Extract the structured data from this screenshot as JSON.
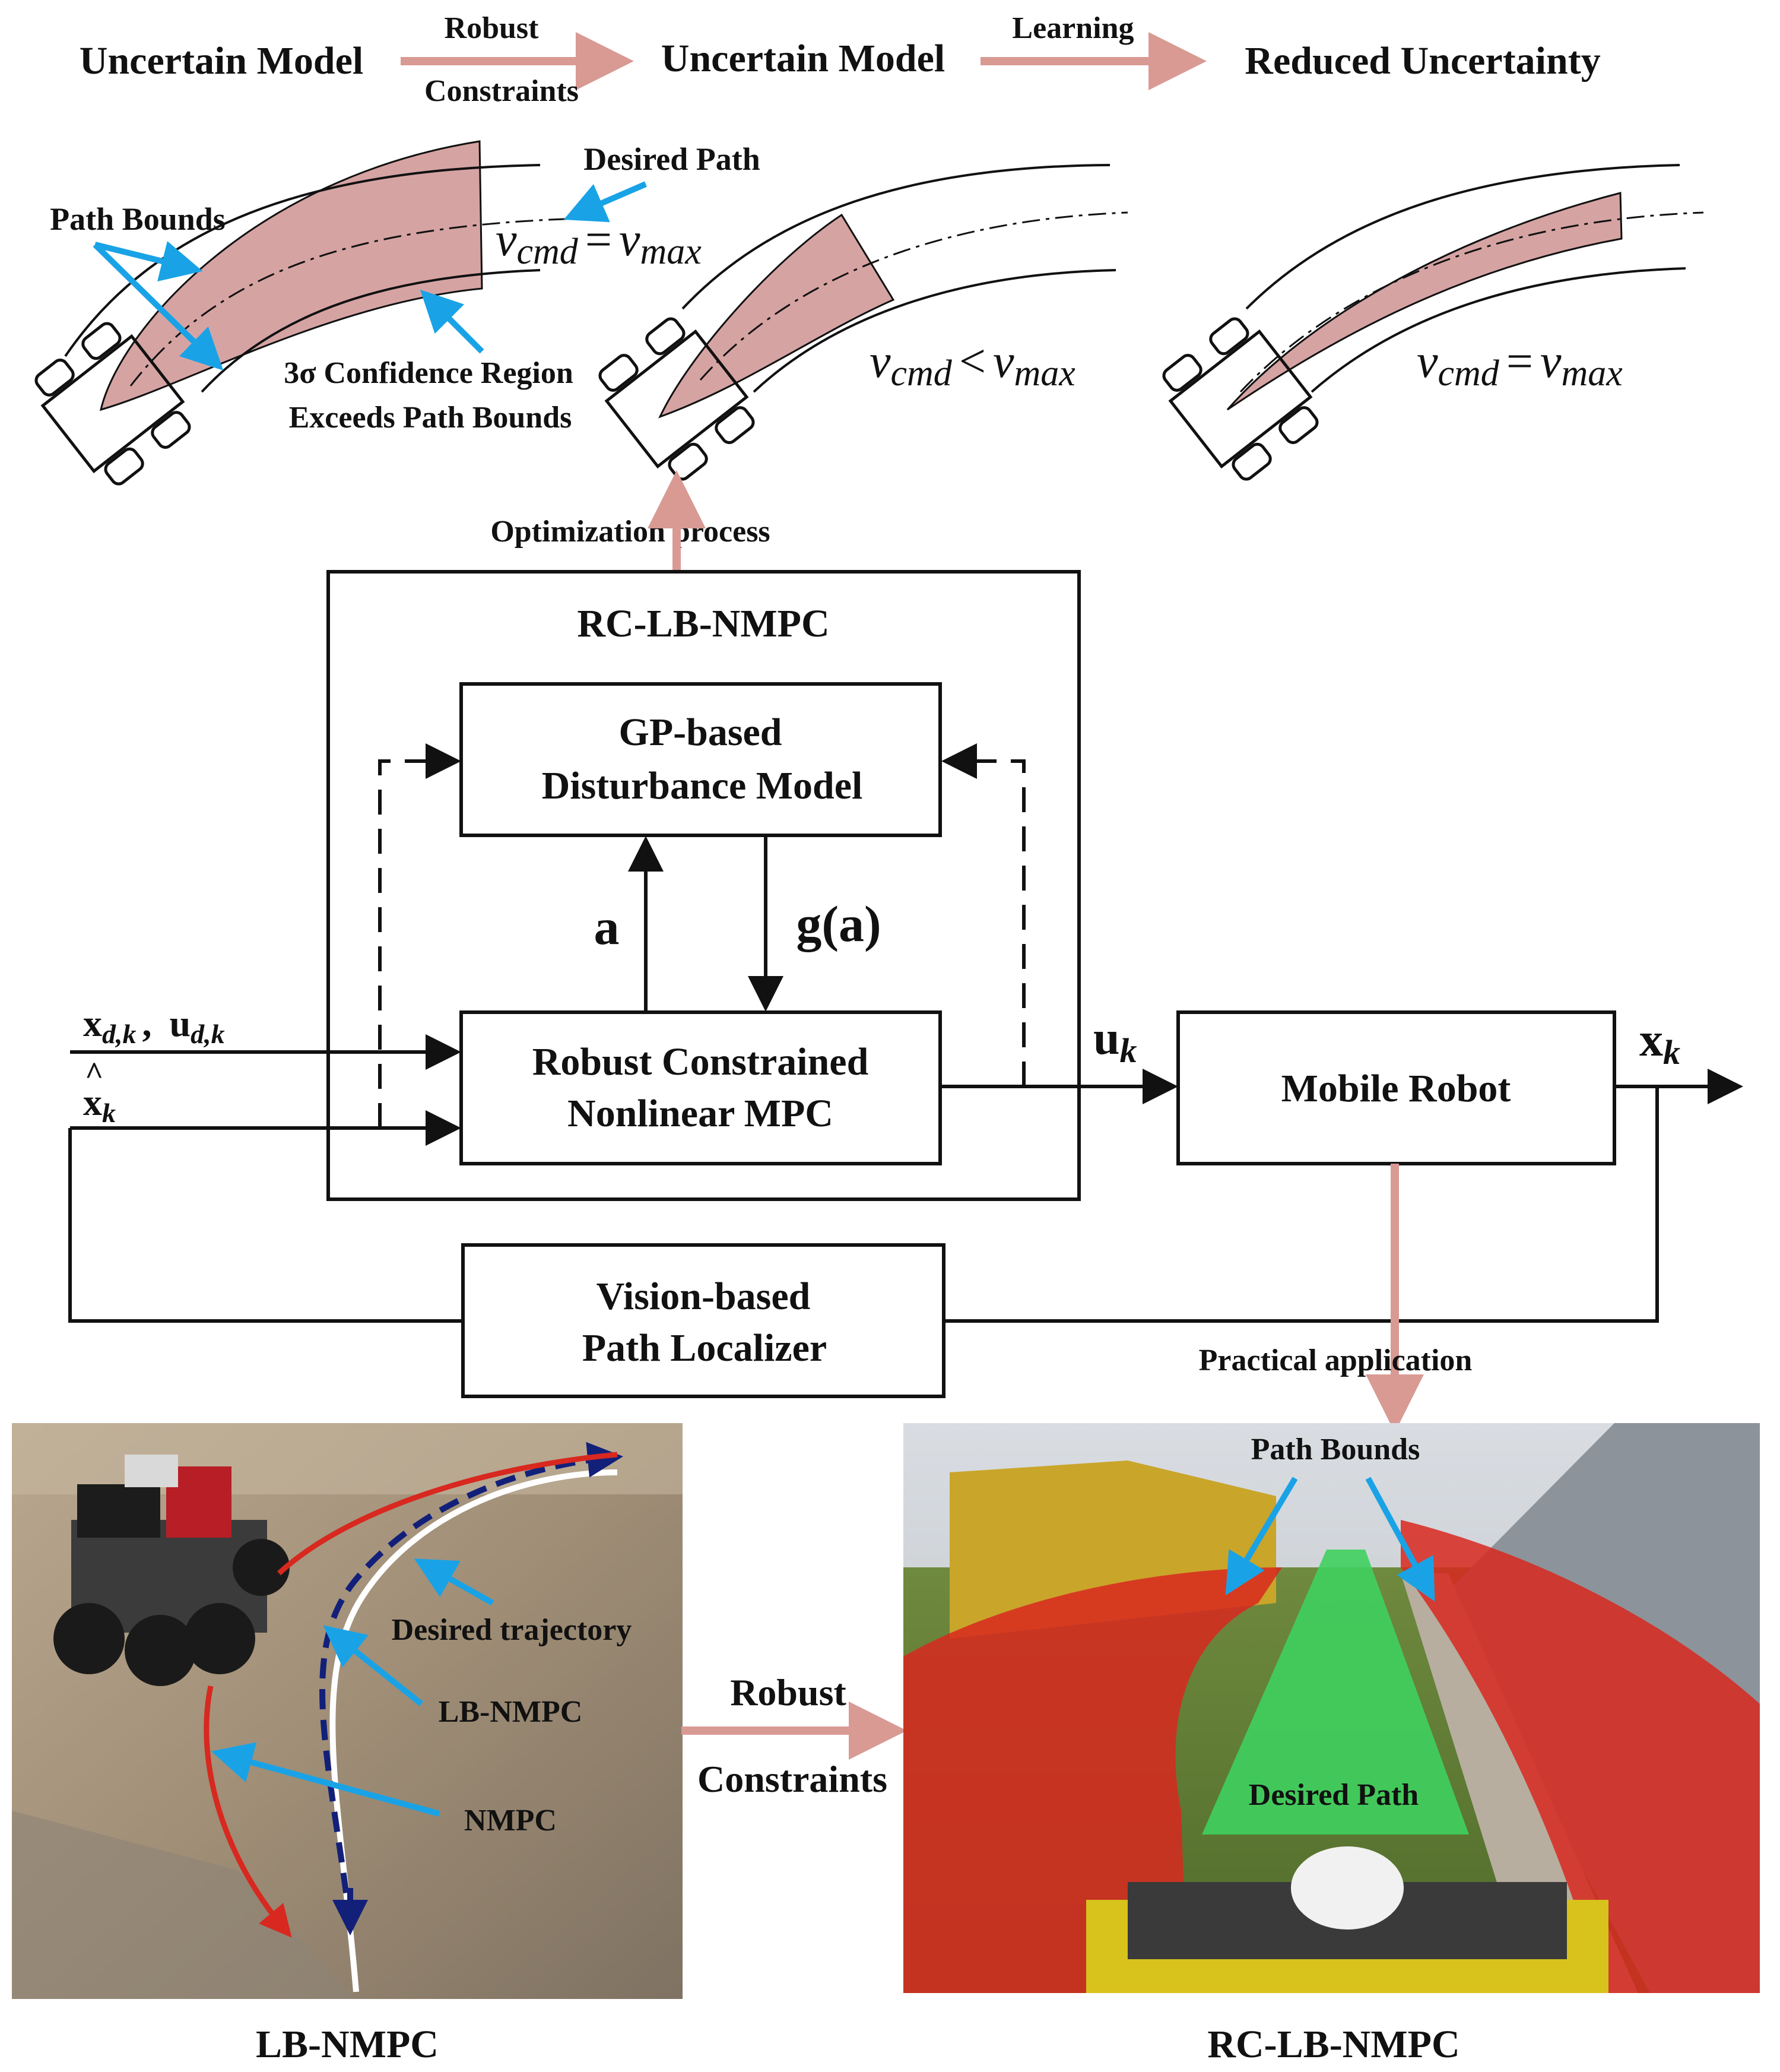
{
  "colors": {
    "ink": "#111111",
    "arrow_pink": "#d99a94",
    "region_fill": "#d6a3a3",
    "callout_blue": "#19a3e6",
    "ground": "#9a8b78",
    "bounds_red": "#d8281f",
    "path_green": "#3fd05e",
    "white": "#ffffff",
    "dark_blue": "#12207a"
  },
  "top_flow": {
    "step1": "Uncertain Model",
    "arrow1_top": "Robust",
    "arrow1_bottom": "Constraints",
    "step2": "Uncertain Model",
    "arrow2_top": "Learning",
    "step3": "Reduced Uncertainty"
  },
  "panels": {
    "left": {
      "desired_path": "Desired Path",
      "path_bounds": "Path Bounds",
      "v_cmd_base": "v",
      "v_cmd_sub": "cmd",
      "relation": "=",
      "v_max_base": "v",
      "v_max_sub": "max",
      "confidence_line1": "3σ  Confidence Region",
      "confidence_line2": "Exceeds Path Bounds"
    },
    "middle": {
      "v_cmd_base": "v",
      "v_cmd_sub": "cmd",
      "relation": "<",
      "v_max_base": "v",
      "v_max_sub": "max"
    },
    "right": {
      "v_cmd_base": "v",
      "v_cmd_sub": "cmd",
      "relation": "=",
      "v_max_base": "v",
      "v_max_sub": "max"
    }
  },
  "optimization_label": "Optimization process",
  "block_diagram": {
    "outer_title": "RC-LB-NMPC",
    "gp_line1": "GP-based",
    "gp_line2": "Disturbance Model",
    "mpc_line1": "Robust Constrained",
    "mpc_line2": "Nonlinear MPC",
    "robot": "Mobile Robot",
    "localizer_line1": "Vision-based",
    "localizer_line2": "Path Localizer",
    "signal_a": "a",
    "signal_ga": "g(a)",
    "input_xd": "x",
    "input_xd_sub": "d,k",
    "input_sep": ",",
    "input_ud": "u",
    "input_ud_sub": "d,k",
    "xhat": "x",
    "xhat_sub": "k",
    "uk": "u",
    "uk_sub": "k",
    "xk": "x",
    "xk_sub": "k"
  },
  "practical_label": "Practical  application",
  "photo_left": {
    "desired": "Desired trajectory",
    "lbnmpc": "LB-NMPC",
    "nmpc": "NMPC",
    "caption": "LB-NMPC"
  },
  "middle_arrow": {
    "line1": "Robust",
    "line2": "Constraints"
  },
  "photo_right": {
    "path_bounds": "Path Bounds",
    "desired_path": "Desired Path",
    "caption": "RC-LB-NMPC"
  }
}
